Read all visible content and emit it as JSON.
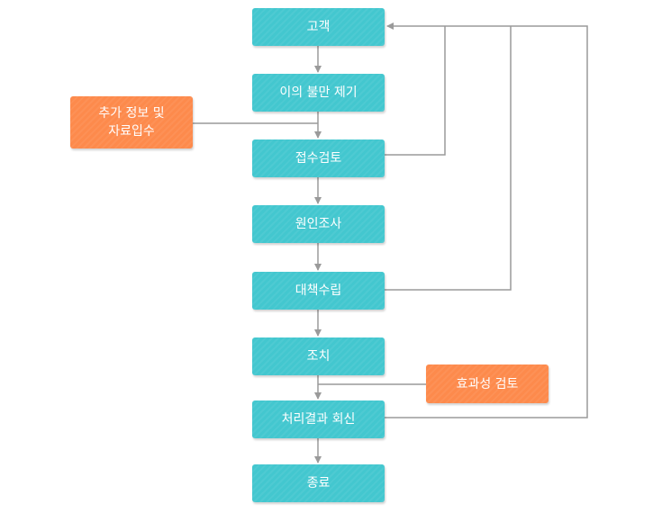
{
  "flow": {
    "steps": {
      "customer": "고객",
      "complaint": "이의 불만 제기",
      "review": "접수검토",
      "cause": "원인조사",
      "plan": "대책수립",
      "action": "조치",
      "result": "처리결과 회신",
      "end": "종료"
    },
    "side": {
      "extra_info": "추가 정보 및\n자료입수",
      "effectiveness": "효과성 검토"
    }
  },
  "colors": {
    "main_box": "#43c7cf",
    "side_box": "#fd8a4c",
    "connector": "#9a9a9a",
    "text": "#ffffff"
  }
}
